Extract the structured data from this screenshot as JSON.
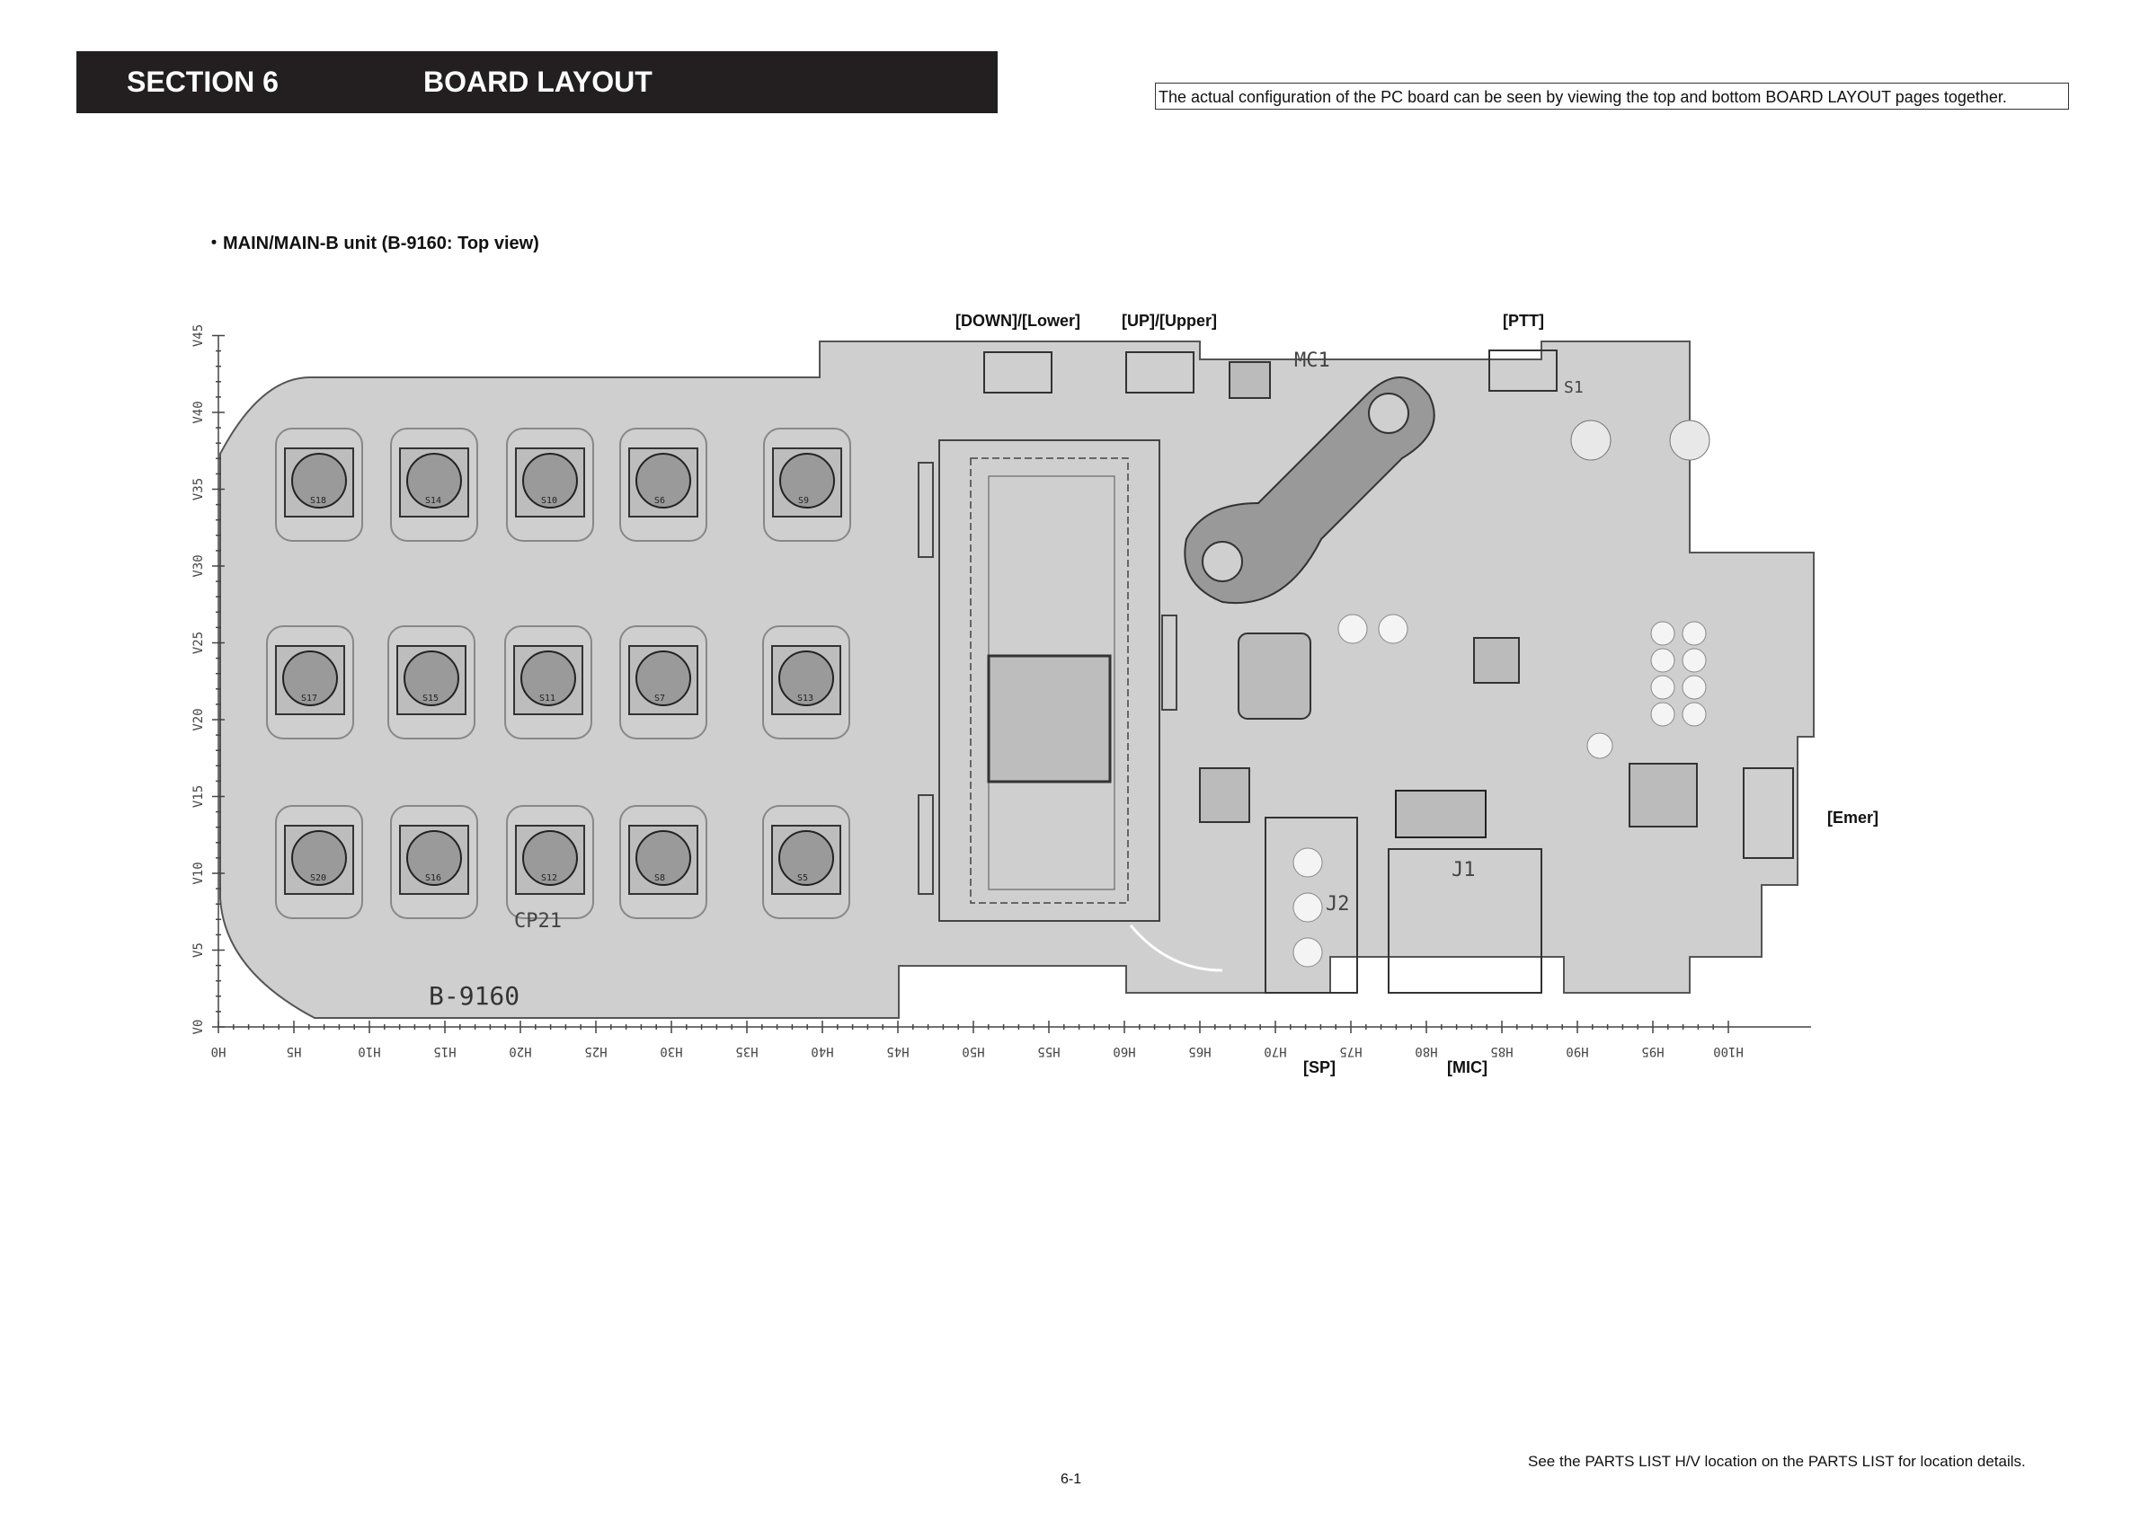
{
  "header": {
    "section": "SECTION 6",
    "title": "BOARD LAYOUT"
  },
  "note": "The actual configuration of the PC board can be seen by viewing the top and bottom BOARD LAYOUT pages together.",
  "unit_title": "・MAIN/MAIN-B unit (B-9160: Top view)",
  "callouts": {
    "down": "[DOWN]/[Lower]",
    "up": "[UP]/[Upper]",
    "ptt": "[PTT]",
    "emer": "[Emer]",
    "sp": "[SP]",
    "mic": "[MIC]"
  },
  "board_id": "B-9160",
  "silkscreen": {
    "mc1": "MC1",
    "s1": "S1",
    "j1": "J1",
    "j2": "J2",
    "cp21": "CP21",
    "keys": [
      "S18",
      "S14",
      "S10",
      "S6",
      "S9",
      "S17",
      "S15",
      "S11",
      "S7",
      "S13",
      "S20",
      "S16",
      "S12",
      "S8",
      "S5"
    ]
  },
  "v_ticks": [
    "V0",
    "V5",
    "V10",
    "V15",
    "V20",
    "V25",
    "V30",
    "V35",
    "V40",
    "V45"
  ],
  "h_ticks": [
    "H0",
    "H5",
    "H10",
    "H15",
    "H20",
    "H25",
    "H30",
    "H35",
    "H40",
    "H45",
    "H50",
    "H55",
    "H60",
    "H65",
    "H70",
    "H75",
    "H80",
    "H85",
    "H90",
    "H95",
    "H100"
  ],
  "footer_note": "See the PARTS LIST H/V location on the PARTS LIST for location details.",
  "page_number": "6-1"
}
